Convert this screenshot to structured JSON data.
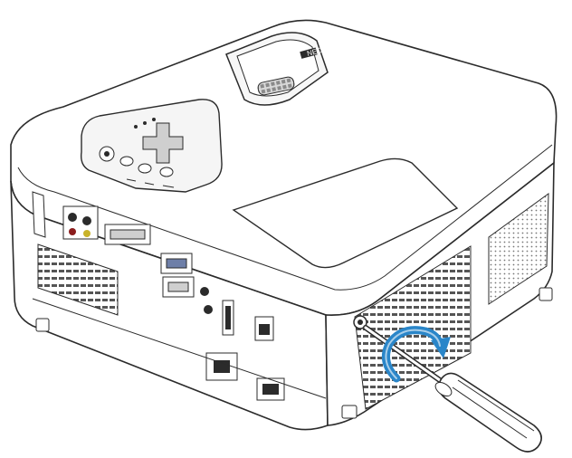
{
  "illustration": {
    "subject": "projector",
    "logo_text": "NEC",
    "accent_color": "#2a86c9",
    "line_color": "#2b2b2b",
    "body_fill": "#ffffff",
    "vent_fill": "#e6e6e6",
    "icons": [
      "projector-body",
      "lens-hood",
      "control-panel",
      "rear-ports",
      "side-vent",
      "screwdriver-icon",
      "rotate-arrow-icon"
    ]
  }
}
